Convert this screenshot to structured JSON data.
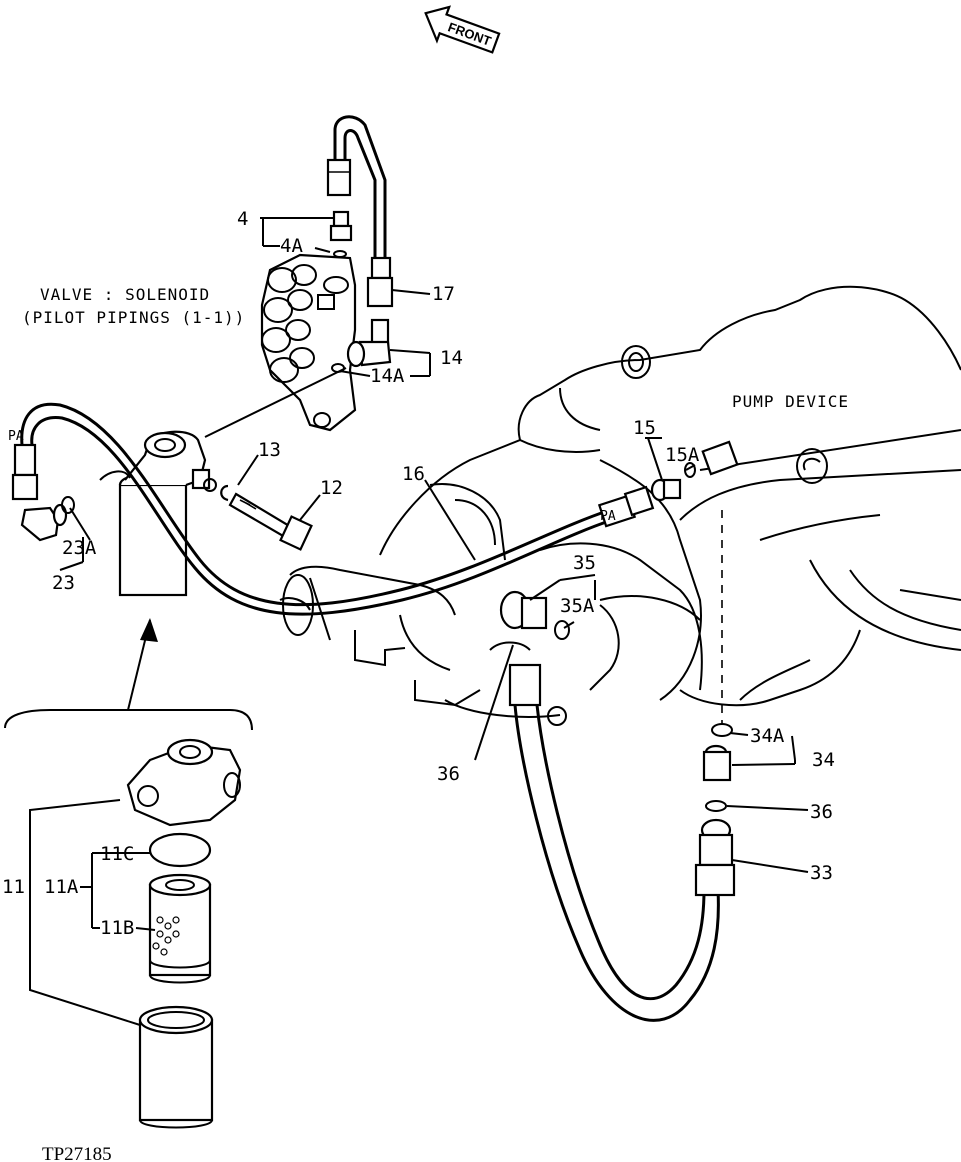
{
  "figure_id": "TP27185",
  "front_arrow_label": "FRONT",
  "titles": {
    "valve_solenoid_line1": "VALVE : SOLENOID",
    "valve_solenoid_line2": "(PILOT PIPINGS (1-1))",
    "pump_device": "PUMP DEVICE"
  },
  "callouts": {
    "c4": "4",
    "c4a": "4A",
    "c17": "17",
    "c14": "14",
    "c14a": "14A",
    "c13": "13",
    "c12": "12",
    "c16": "16",
    "c15": "15",
    "c15a": "15A",
    "c35": "35",
    "c35a": "35A",
    "c23a": "23A",
    "c23": "23",
    "c36a": "36",
    "c34a": "34A",
    "c34": "34",
    "c36b": "36",
    "c33": "33",
    "c11": "11",
    "c11a": "11A",
    "c11b": "11B",
    "c11c": "11C",
    "pa_left": "PA",
    "pa_hose": "PA"
  }
}
